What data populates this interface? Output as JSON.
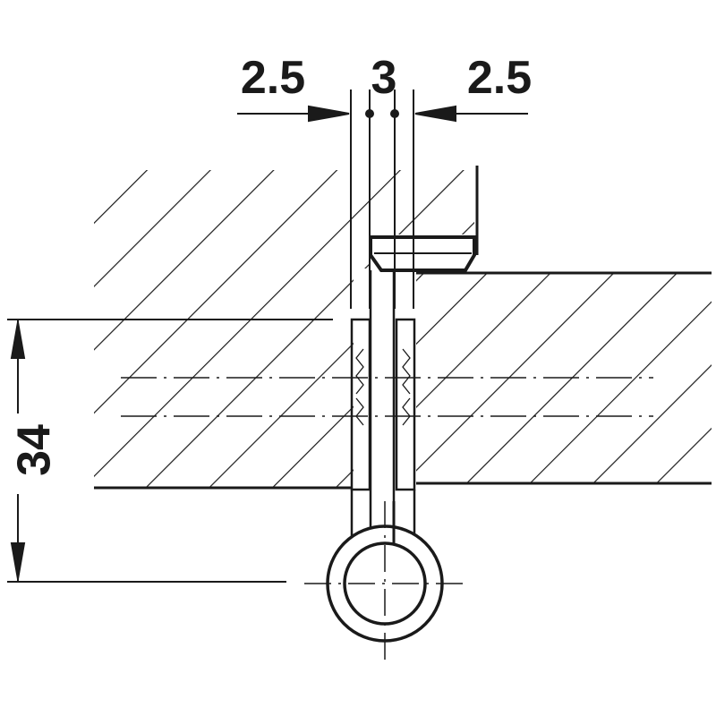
{
  "dimensions": {
    "left_gap": "2.5",
    "pin_diameter": "3",
    "right_gap": "2.5",
    "height": "34"
  },
  "colors": {
    "line": "#1a1a1a",
    "background": "#ffffff"
  }
}
